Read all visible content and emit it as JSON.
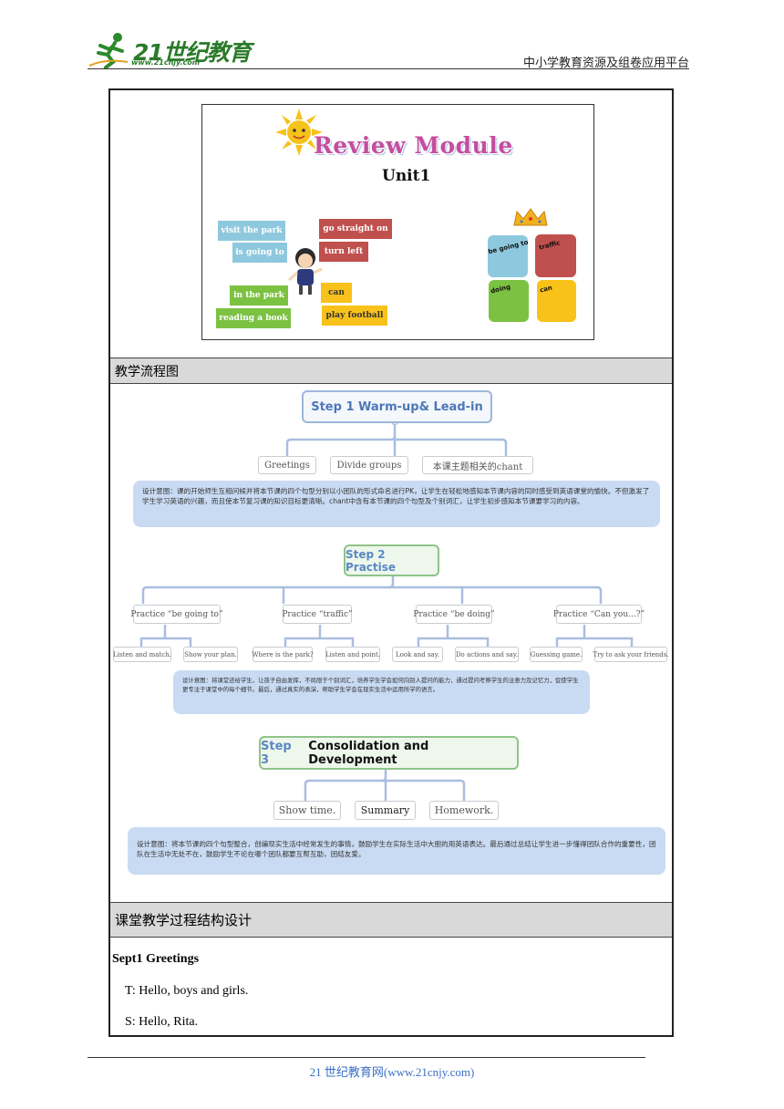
{
  "header": {
    "logo_text": "21世纪教育",
    "logo_url": "www.21cnjy.com",
    "platform": "中小学教育资源及组卷应用平台"
  },
  "slide": {
    "title": "Review Module",
    "subtitle": "Unit1",
    "phrases": [
      "visit the park",
      "go straight on",
      "is going to",
      "turn left",
      "in the park",
      "can",
      "reading a book",
      "play football"
    ],
    "squares": [
      "be going to",
      "traffic",
      "doing",
      "can"
    ]
  },
  "sections": {
    "flow_label": "教学流程图",
    "structure_label": "课堂教学过程结构设计"
  },
  "flow": {
    "step1": {
      "title": "Step 1  Warm-up& Lead-in",
      "children": [
        "Greetings",
        "Divide groups",
        "本课主题相关的chant"
      ],
      "intent": "设计意图：课的开始师生互相问候并将本节课的四个句型分别以小团队的形式命名进行PK，让学生在轻松地感知本节课内容的同时感受到英语课堂的愉快。不但激发了学生学习英语的兴趣，而且使本节复习课的知识目标更清晰。chant中含有本节课的四个句型及个别词汇，让学生初步感知本节课要学习的内容。"
    },
    "step2": {
      "title": "Step 2  Practise",
      "groups": [
        {
          "label": "Practice “be going to”",
          "children": [
            "Listen and match.",
            "Show your plan."
          ]
        },
        {
          "label": "Practice “traffic”",
          "children": [
            "Where is the park?",
            "Listen and point."
          ]
        },
        {
          "label": "Practice “be doing”",
          "children": [
            "Look and say.",
            "Do actions and say."
          ]
        },
        {
          "label": "Practice “Can you...?”",
          "children": [
            "Guessing game.",
            "Try to ask your friends."
          ]
        }
      ],
      "intent": "设计意图：将课堂还给学生，让孩子自由发挥，不局限于个别词汇，培养学生学会如何向别人提问的能力，通过提问考察学生的注意力及记忆力，促使学生更专注于课堂中的每个细节。最后，通过真实的表演，帮助学生学会在现实生活中运用所学的语言。"
    },
    "step3": {
      "title_prefix": "Step 3",
      "title_rest": "Consolidation and Development",
      "children": [
        "Show time.",
        "Summary",
        "Homework."
      ],
      "intent": "设计意图：将本节课的四个句型整合，创编现实生活中经常发生的事情，鼓励学生在实际生活中大胆的用英语表达。最后通过总结让学生进一步懂得团队合作的重要性，团队在生活中无处不在，鼓励学生不论在哪个团队都要互帮互助，团结友爱。"
    }
  },
  "body": {
    "heading": "Sept1 Greetings",
    "lines": [
      "T: Hello, boys and girls.",
      "S: Hello, Rita."
    ]
  },
  "footer": {
    "text": "21 世纪教育网(www.21cnjy.com)"
  }
}
